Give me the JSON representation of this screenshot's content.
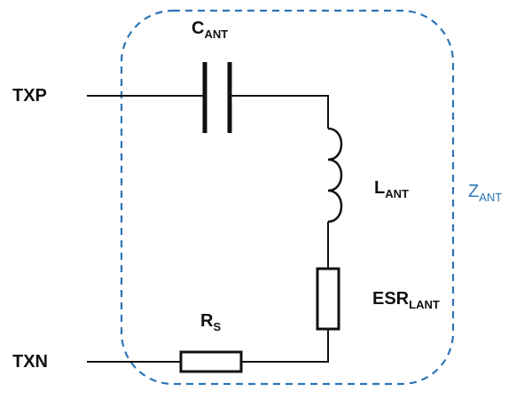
{
  "ports": {
    "txp": "TXP",
    "txn": "TXN"
  },
  "components": {
    "capacitor": {
      "main": "C",
      "sub": "ANT"
    },
    "inductor": {
      "main": "L",
      "sub": "ANT"
    },
    "esr": {
      "main": "ESR",
      "sub": "LANT"
    },
    "rs": {
      "main": "R",
      "sub": "S"
    }
  },
  "boundary": {
    "main": "Z",
    "sub": "ANT"
  },
  "colors": {
    "wire": "#111111",
    "boundary": "#2e75b6"
  }
}
